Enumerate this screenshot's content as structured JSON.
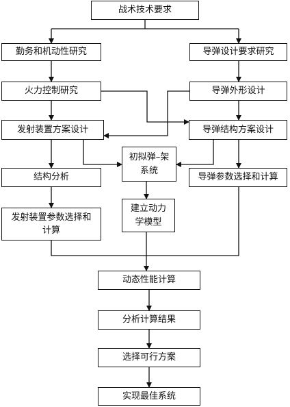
{
  "diagram": {
    "nodes": [
      {
        "id": "req",
        "label": "战术技术要求"
      },
      {
        "id": "dyn_research",
        "label": "勤务和机动性研究"
      },
      {
        "id": "missile_req",
        "label": "导弹设计要求研究"
      },
      {
        "id": "fire_ctrl",
        "label": "火力控制研究"
      },
      {
        "id": "missile_shape",
        "label": "导弹外形设计"
      },
      {
        "id": "launcher_scheme",
        "label": "发射装置方案设计"
      },
      {
        "id": "missile_struct",
        "label": "导弹结构方案设计"
      },
      {
        "id": "initial_system",
        "label": "初拟弹–架系统"
      },
      {
        "id": "struct_analysis",
        "label": "结构分析"
      },
      {
        "id": "missile_params",
        "label": "导弹参数选择和计算"
      },
      {
        "id": "dyn_model",
        "label": "建立动力学模型"
      },
      {
        "id": "launcher_params",
        "label": "发射装置参数选择和计算"
      },
      {
        "id": "dyn_perf",
        "label": "动态性能计算"
      },
      {
        "id": "analyze",
        "label": "分析计算结果"
      },
      {
        "id": "choose",
        "label": "选择可行方案"
      },
      {
        "id": "realize",
        "label": "实现最佳系统"
      }
    ]
  }
}
